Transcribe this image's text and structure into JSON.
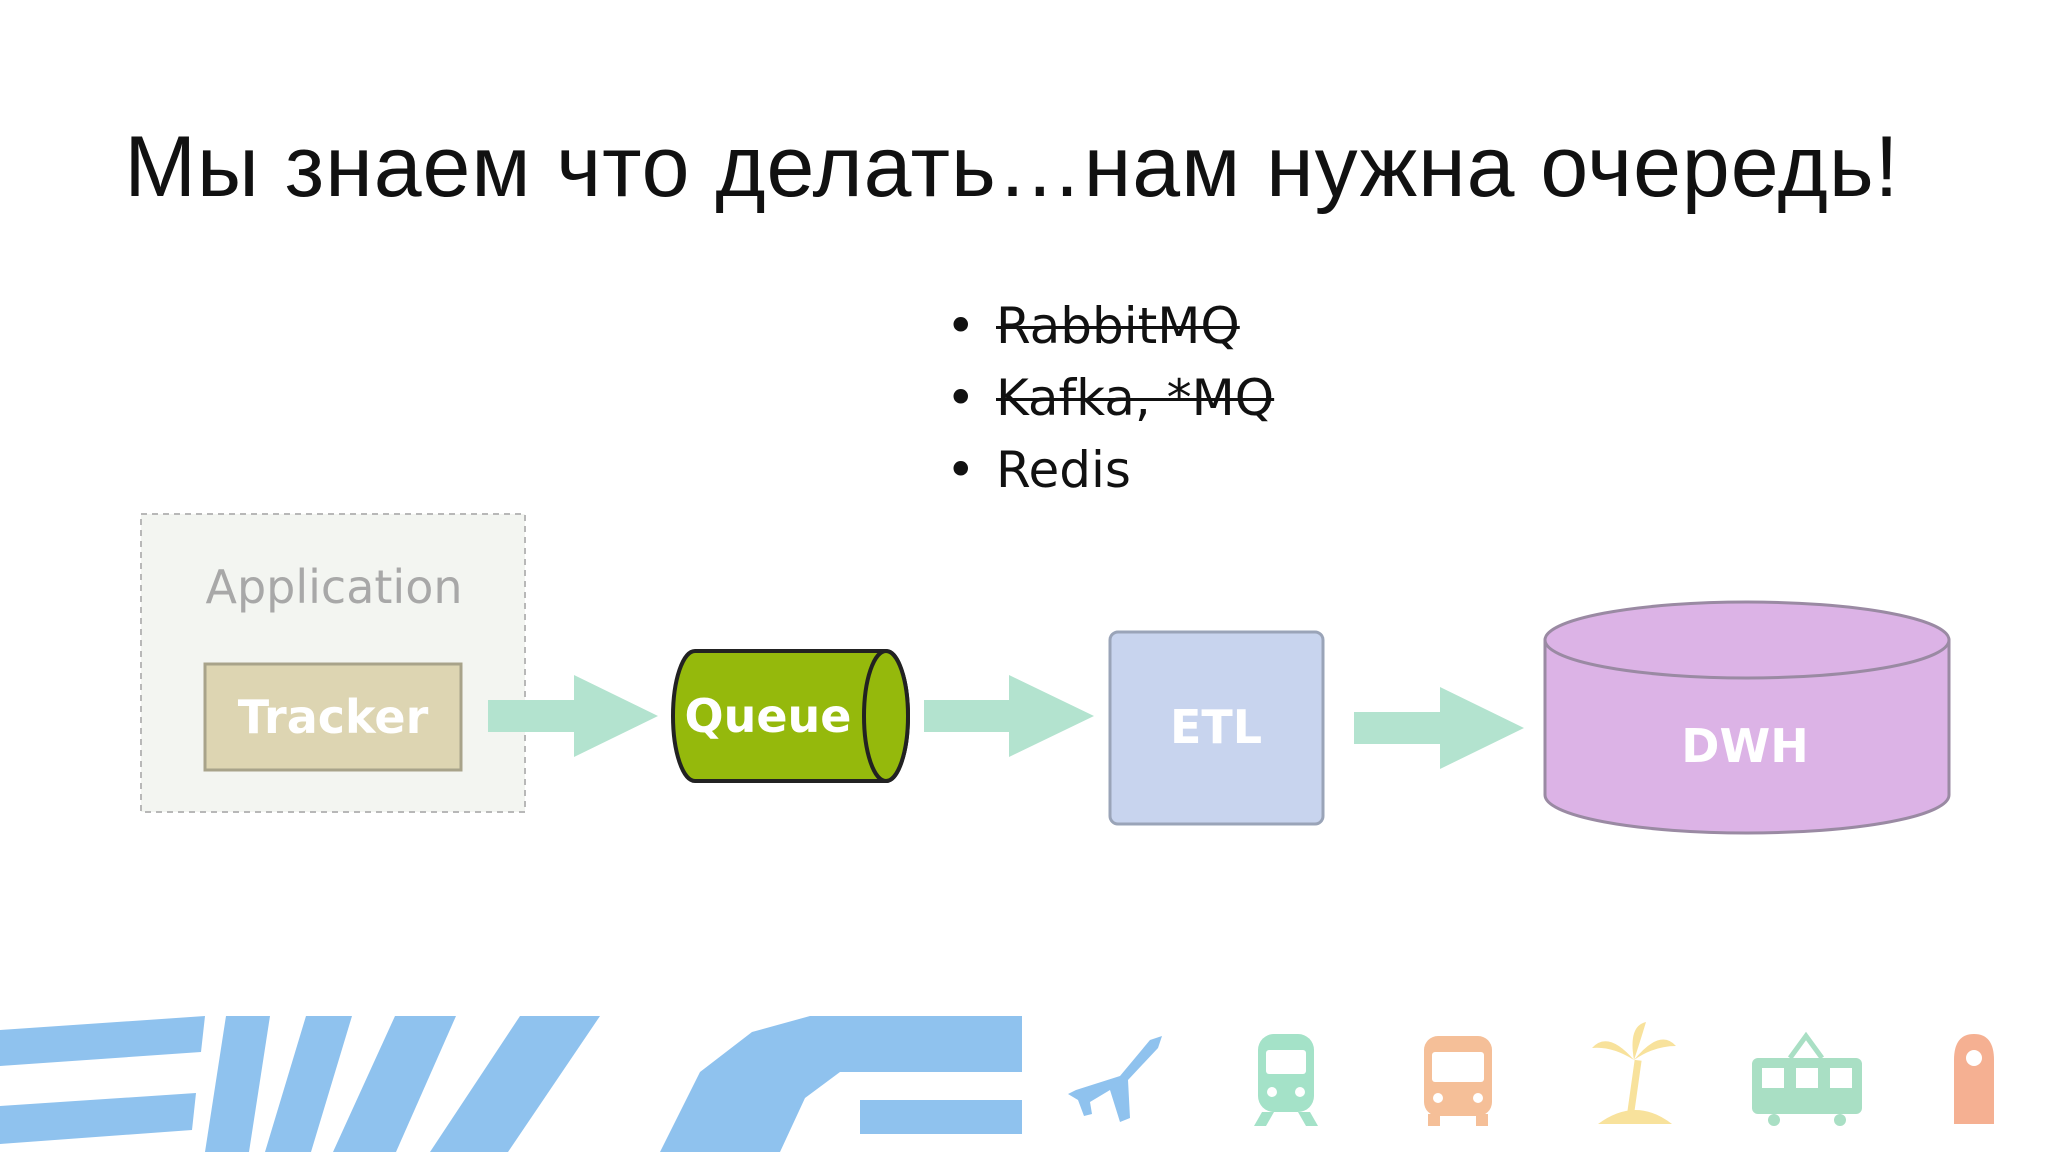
{
  "slide": {
    "title": "Мы знаем что делать…нам нужна очередь!"
  },
  "bullets": [
    {
      "text": "RabbitMQ",
      "struck": true
    },
    {
      "text": "Kafka, *MQ",
      "struck": true
    },
    {
      "text": "Redis",
      "struck": false
    }
  ],
  "diagram": {
    "container_label": "Application",
    "nodes": {
      "tracker": "Tracker",
      "queue": "Queue",
      "etl": "ETL",
      "dwh": "DWH"
    }
  },
  "colors": {
    "arrow": "#b3e3cf",
    "tracker_fill": "#ddd5b2",
    "queue_fill": "#95b90c",
    "etl_fill": "#c8d4ee",
    "dwh_fill": "#dcb3e6",
    "footer_blue": "#8fc2ee"
  },
  "footer_icons": [
    "airplane-icon",
    "train-icon",
    "bus-icon",
    "palm-island-icon",
    "tram-icon",
    "hotel-door-hanger-icon"
  ]
}
